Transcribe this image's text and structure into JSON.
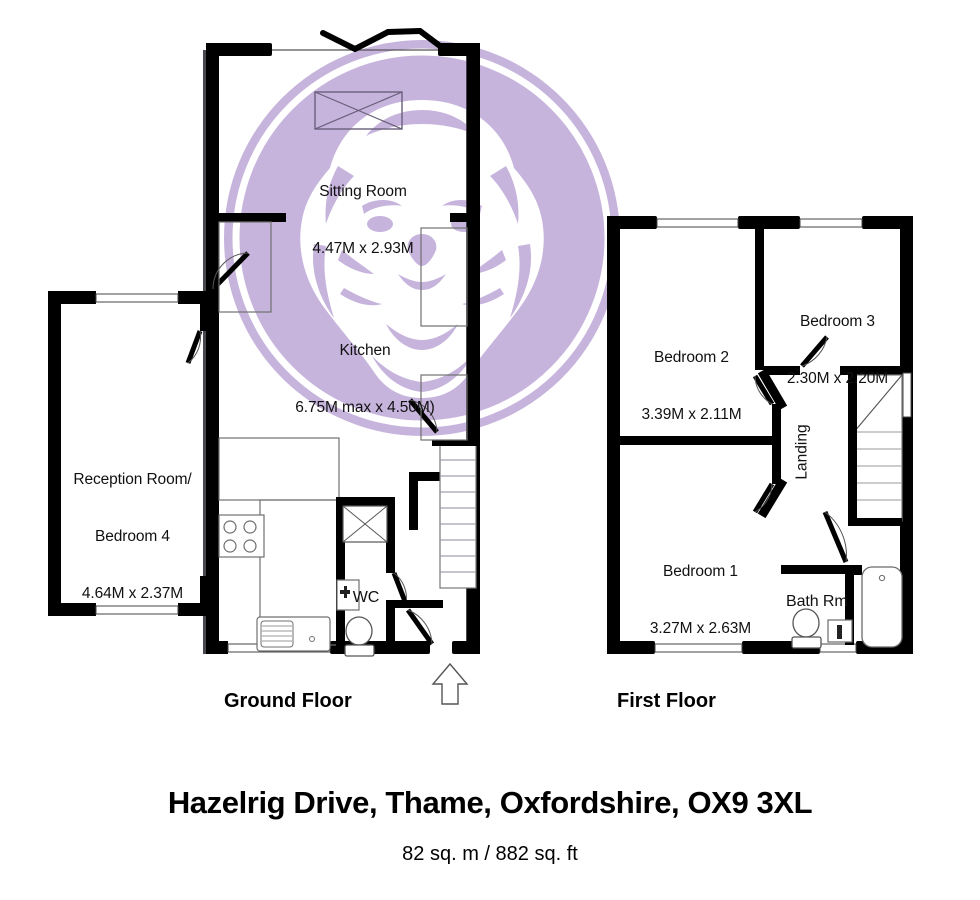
{
  "document": {
    "type": "floor-plan",
    "address": "Hazelrig Drive, Thame, Oxfordshire, OX9 3XL",
    "area": "82 sq. m  / 882 sq. ft"
  },
  "watermark": {
    "name": "lion-head-logo",
    "color": "#c7b4dd",
    "ring_color": "#ffffff"
  },
  "floors": [
    {
      "id": "ground",
      "title": "Ground Floor",
      "rooms": [
        {
          "name": "Sitting Room",
          "dimensions": "4.47M x 2.93M"
        },
        {
          "name": "Kitchen",
          "dimensions": "6.75M max x 4.50M)"
        },
        {
          "name": "Reception Room/\nBedroom 4",
          "dimensions": "4.64M x 2.37M"
        },
        {
          "name": "WC",
          "dimensions": ""
        }
      ]
    },
    {
      "id": "first",
      "title": "First Floor",
      "rooms": [
        {
          "name": "Bedroom 2",
          "dimensions": "3.39M x 2.11M"
        },
        {
          "name": "Bedroom 3",
          "dimensions": "2.30M x 2.20M"
        },
        {
          "name": "Bedroom 1",
          "dimensions": "3.27M x 2.63M"
        },
        {
          "name": "Landing",
          "dimensions": ""
        },
        {
          "name": "Bath Rm",
          "dimensions": ""
        }
      ]
    }
  ],
  "labels": {
    "sitting_room_name": "Sitting Room",
    "sitting_room_dims": "4.47M x 2.93M",
    "kitchen_name": "Kitchen",
    "kitchen_dims": "6.75M max x 4.50M)",
    "reception_name_l1": "Reception Room/",
    "reception_name_l2": "Bedroom 4",
    "reception_dims": "4.64M x 2.37M",
    "wc_name": "WC",
    "bedroom2_name": "Bedroom 2",
    "bedroom2_dims": "3.39M x 2.11M",
    "bedroom3_name": "Bedroom 3",
    "bedroom3_dims": "2.30M x 2.20M",
    "bedroom1_name": "Bedroom 1",
    "bedroom1_dims": "3.27M x 2.63M",
    "landing_name": "Landing",
    "bathroom_name": "Bath Rm",
    "ground_floor_title": "Ground Floor",
    "first_floor_title": "First Floor"
  },
  "fixtures": [
    "fireplace",
    "hob",
    "sink",
    "toilet",
    "wash-basin",
    "bathtub",
    "staircase-ground",
    "staircase-first",
    "entrance-arrow"
  ],
  "colors": {
    "wall": "#000000",
    "wall_shadow": "#2b2b33",
    "fixture_outline": "#555555",
    "text": "#111111",
    "watermark": "#c7b4dd",
    "background": "#ffffff"
  }
}
